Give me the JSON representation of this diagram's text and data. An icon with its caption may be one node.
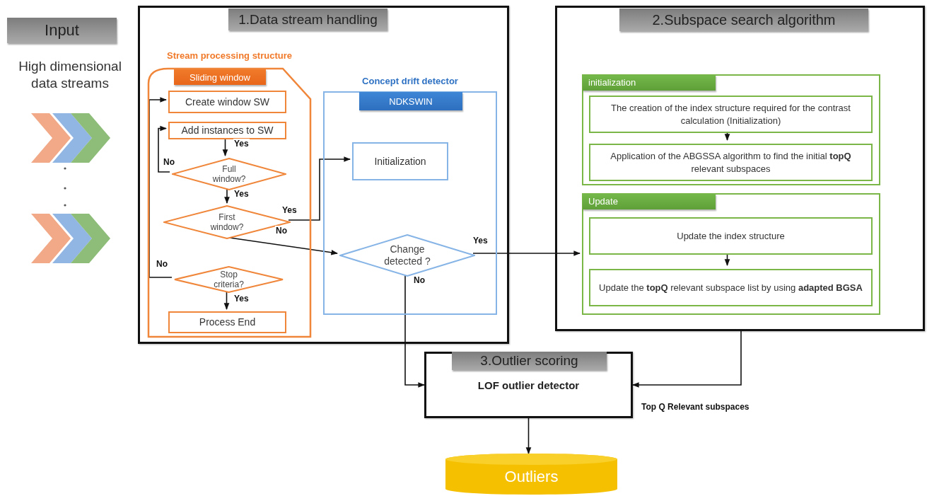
{
  "diagram": {
    "nodes": [
      {
        "text": [
          "Input"
        ]
      },
      {
        "text": [
          "1.Data stream handling"
        ]
      },
      {
        "text": [
          "Stream processing structure",
          "Sliding window"
        ],
        "in": 1
      },
      {
        "text": [
          "Create window SW"
        ],
        "in": 2
      },
      {
        "text": [
          "Add instances to SW"
        ],
        "in": 2
      },
      {
        "text": [
          "Full window?"
        ],
        "in": 2
      },
      {
        "text": [
          "First window?"
        ],
        "in": 2
      },
      {
        "text": [
          "Stop criteria?"
        ],
        "in": 2
      },
      {
        "text": [
          "Process End"
        ],
        "in": 2
      },
      {
        "text": [
          "Concept drift detector",
          "NDKSWIN"
        ],
        "in": 1
      },
      {
        "text": [
          "Initialization"
        ],
        "in": 9
      },
      {
        "text": [
          "Change detected ?"
        ],
        "in": 9
      },
      {
        "text": [
          "2.Subspace search algorithm"
        ]
      },
      {
        "text": [
          "initialization"
        ],
        "in": 12
      },
      {
        "text": [
          "The creation of the index structure required for the contrast calculation (Initialization)"
        ],
        "in": 13
      },
      {
        "text": [
          "Application of the ABGSSA algorithm to find the initial **topQ** relevant subspaces"
        ],
        "in": 13
      },
      {
        "text": [
          "Update"
        ],
        "in": 12
      },
      {
        "text": [
          "Update the index structure"
        ],
        "in": 16
      },
      {
        "text": [
          "Update the **topQ** relevant subspace list by using **adapted BGSA**"
        ],
        "in": 16
      },
      {
        "text": [
          "3.Outlier scoring",
          "LOF outlier detector"
        ]
      },
      {
        "text": [
          "Outliers"
        ]
      }
    ],
    "edges": [
      {
        "from": 4,
        "to": 5,
        "arrow": "to",
        "label": "Yes"
      },
      {
        "from": 5,
        "to": 4,
        "arrow": "to",
        "label": "No"
      },
      {
        "from": 5,
        "to": 6,
        "arrow": "to",
        "label": "Yes"
      },
      {
        "from": 6,
        "to": 10,
        "arrow": "to",
        "label": "Yes"
      },
      {
        "from": 6,
        "to": 11,
        "arrow": "to",
        "label": "No"
      },
      {
        "from": 7,
        "to": 3,
        "arrow": "to",
        "label": "No"
      },
      {
        "from": 7,
        "to": 8,
        "arrow": "to",
        "label": "Yes"
      },
      {
        "from": 11,
        "to": 16,
        "arrow": "to",
        "label": "Yes"
      },
      {
        "from": 11,
        "to": 19,
        "arrow": "to",
        "label": "No"
      },
      {
        "from": 12,
        "to": 19,
        "arrow": "to",
        "label": "Top Q Relevant subspaces"
      },
      {
        "from": 14,
        "to": 15,
        "arrow": "to"
      },
      {
        "from": 17,
        "to": 18,
        "arrow": "to"
      },
      {
        "from": 19,
        "to": 20,
        "arrow": "to"
      }
    ],
    "labels": [
      "High dimensional data streams"
    ]
  }
}
